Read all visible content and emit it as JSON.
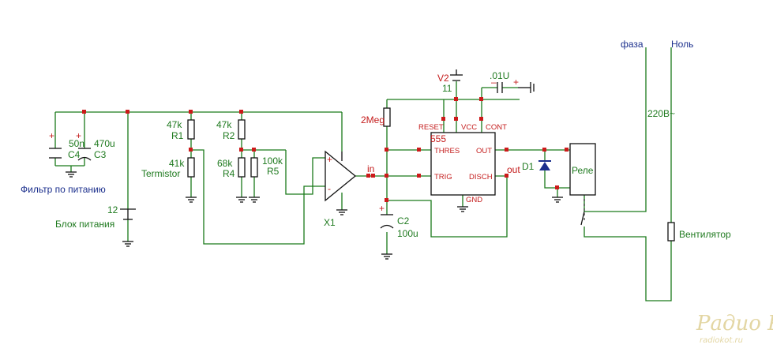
{
  "labels": {
    "c4_value": "50n",
    "c4_name": "C4",
    "c3_value": "470u",
    "c3_name": "C3",
    "filter_caption": "Фильтр по питанию",
    "supply_voltage": "12",
    "supply_caption": "Блок питания",
    "r1_value": "47k",
    "r1_name": "R1",
    "r2_value": "47k",
    "r2_name": "R2",
    "thermistor_value": "41k",
    "thermistor_name": "Termistor",
    "r4_value": "68k",
    "r4_name": "R4",
    "r5_value": "100k",
    "r5_name": "R5",
    "opamp_name": "X1",
    "opamp_plus": "+",
    "opamp_minus": "-",
    "node_in": "in",
    "res_2meg": "2Meg",
    "v2_name": "V2",
    "v2_value": "11",
    "cont_cap_value": ".01U",
    "timer_name": "555",
    "pin_reset": "RESET",
    "pin_vcc": "VCC",
    "pin_cont": "CONT",
    "pin_thres": "THRES",
    "pin_out": "OUT",
    "pin_trig": "TRIG",
    "pin_disch": "DISCH",
    "pin_gnd": "GND",
    "node_out": "out",
    "c2_name": "C2",
    "c2_value": "100u",
    "diode_name": "D1",
    "relay_name": "Реле",
    "phase_label": "фаза",
    "neutral_label": "Ноль",
    "mains_label": "220В~",
    "fan_label": "Вентилятор",
    "watermark_logo": "Радио КОТ",
    "watermark_url": "radiokot.ru"
  },
  "colors": {
    "wire": "#1a7a1a",
    "component": "#111111",
    "junction": "#cc1a1a",
    "ref_text": "#c41c1c",
    "value_text": "#1f7a1f",
    "caption_text": "#1a2e8c"
  }
}
